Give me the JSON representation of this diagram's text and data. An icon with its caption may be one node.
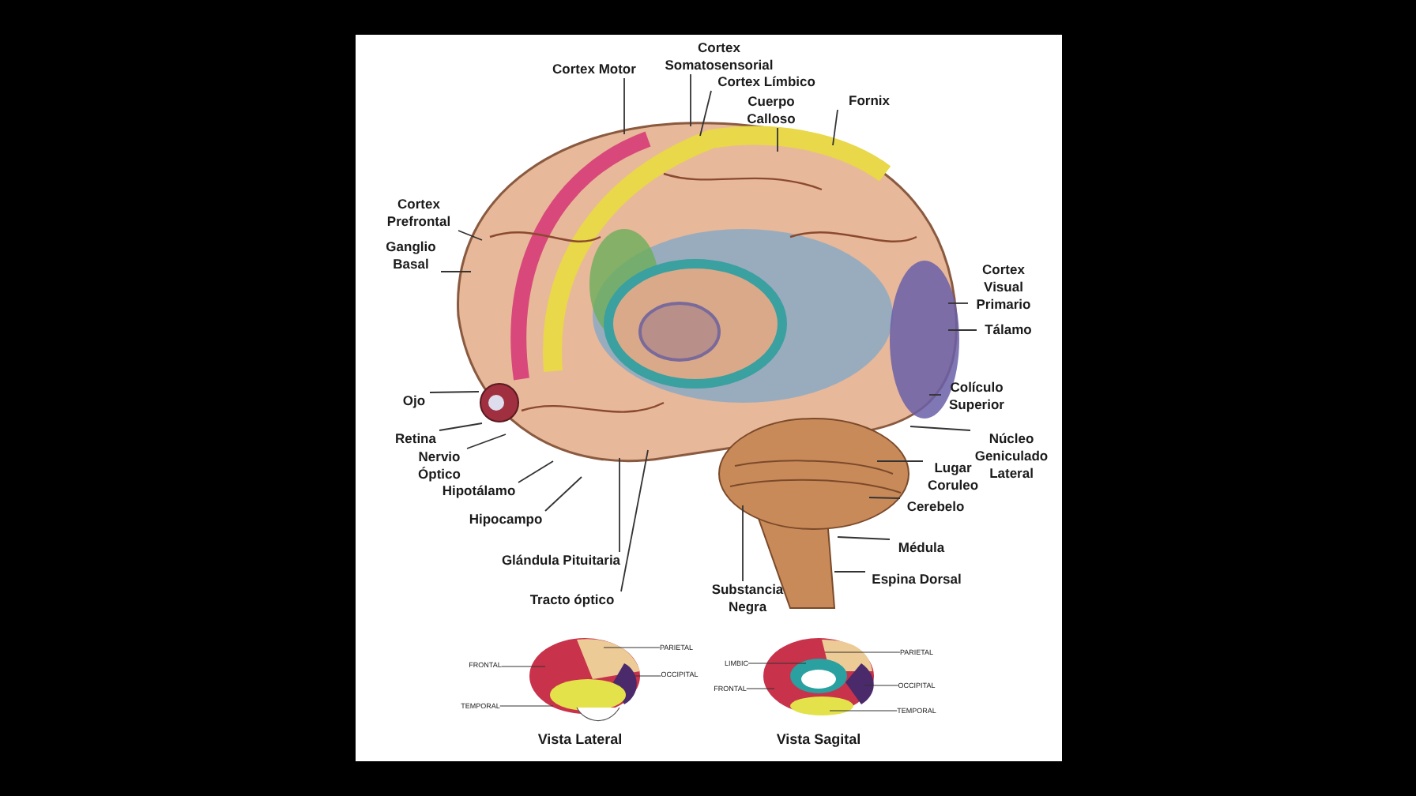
{
  "diagram": {
    "nodes": [
      {
        "text": [
          "Cortex Motor"
        ]
      },
      {
        "text": [
          "Cortex Somatosensorial"
        ]
      },
      {
        "text": [
          "Cortex Límbico"
        ]
      },
      {
        "text": [
          "Cuerpo Calloso"
        ]
      },
      {
        "text": [
          "Fornix"
        ]
      },
      {
        "text": [
          "Cortex Prefrontal"
        ]
      },
      {
        "text": [
          "Ganglio Basal"
        ]
      },
      {
        "text": [
          "Cortex Visual Primario"
        ]
      },
      {
        "text": [
          "Tálamo"
        ]
      },
      {
        "text": [
          "Colículo Superior"
        ]
      },
      {
        "text": [
          "Núcleo Geniculado Lateral"
        ]
      },
      {
        "text": [
          "Lugar Coruleo"
        ]
      },
      {
        "text": [
          "Cerebelo"
        ]
      },
      {
        "text": [
          "Médula"
        ]
      },
      {
        "text": [
          "Espina Dorsal"
        ]
      },
      {
        "text": [
          "Substancia Negra"
        ]
      },
      {
        "text": [
          "Ojo"
        ]
      },
      {
        "text": [
          "Retina"
        ]
      },
      {
        "text": [
          "Nervio Óptico"
        ]
      },
      {
        "text": [
          "Hipotálamo"
        ]
      },
      {
        "text": [
          "Hipocampo"
        ]
      },
      {
        "text": [
          "Glándula Pituitaria"
        ]
      },
      {
        "text": [
          "Tracto óptico"
        ]
      },
      {
        "text": [
          "PARIETAL"
        ]
      },
      {
        "text": [
          "FRONTAL"
        ]
      },
      {
        "text": [
          "OCCIPITAL"
        ]
      },
      {
        "text": [
          "TEMPORAL"
        ]
      },
      {
        "text": [
          "LIMBIC"
        ]
      },
      {
        "text": [
          "PARIETAL"
        ]
      },
      {
        "text": [
          "FRONTAL"
        ]
      },
      {
        "text": [
          "OCCIPITAL"
        ]
      },
      {
        "text": [
          "TEMPORAL"
        ]
      }
    ],
    "edges": [
      {
        "from": 0,
        "to": null,
        "arrow": "none"
      },
      {
        "from": 1,
        "to": null,
        "arrow": "none"
      },
      {
        "from": 2,
        "to": null,
        "arrow": "none"
      },
      {
        "from": 3,
        "to": null,
        "arrow": "none"
      },
      {
        "from": 4,
        "to": null,
        "arrow": "none"
      },
      {
        "from": 5,
        "to": null,
        "arrow": "none"
      },
      {
        "from": 6,
        "to": null,
        "arrow": "none"
      },
      {
        "from": 7,
        "to": null,
        "arrow": "none"
      },
      {
        "from": 8,
        "to": null,
        "arrow": "none"
      },
      {
        "from": 9,
        "to": null,
        "arrow": "none"
      },
      {
        "from": 10,
        "to": null,
        "arrow": "none"
      },
      {
        "from": 11,
        "to": null,
        "arrow": "none"
      },
      {
        "from": 12,
        "to": null,
        "arrow": "none"
      },
      {
        "from": 13,
        "to": null,
        "arrow": "none"
      },
      {
        "from": 14,
        "to": null,
        "arrow": "none"
      },
      {
        "from": 15,
        "to": null,
        "arrow": "none"
      },
      {
        "from": 16,
        "to": null,
        "arrow": "none"
      },
      {
        "from": 17,
        "to": null,
        "arrow": "none"
      },
      {
        "from": 18,
        "to": null,
        "arrow": "none"
      },
      {
        "from": 19,
        "to": null,
        "arrow": "none"
      },
      {
        "from": 20,
        "to": null,
        "arrow": "none"
      },
      {
        "from": 21,
        "to": null,
        "arrow": "none"
      },
      {
        "from": 22,
        "to": null,
        "arrow": "none"
      },
      {
        "from": 23,
        "to": null,
        "arrow": "none"
      },
      {
        "from": 24,
        "to": null,
        "arrow": "none"
      },
      {
        "from": 25,
        "to": null,
        "arrow": "none"
      },
      {
        "from": 26,
        "to": null,
        "arrow": "none"
      },
      {
        "from": 27,
        "to": null,
        "arrow": "none"
      },
      {
        "from": 28,
        "to": null,
        "arrow": "none"
      },
      {
        "from": 29,
        "to": null,
        "arrow": "none"
      },
      {
        "from": 30,
        "to": null,
        "arrow": "none"
      },
      {
        "from": 31,
        "to": null,
        "arrow": "none"
      }
    ],
    "labels": [
      "Vista Lateral",
      "Vista Sagital"
    ]
  }
}
